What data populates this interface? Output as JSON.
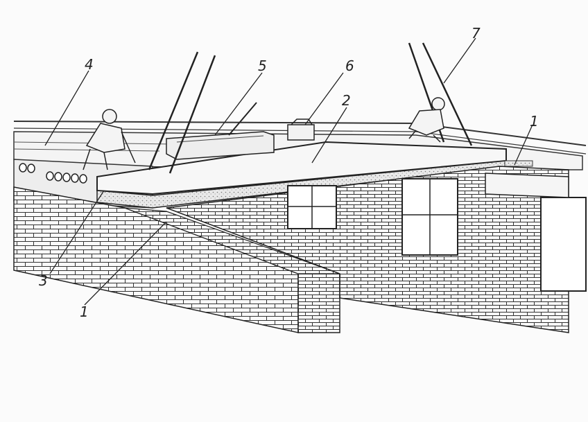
{
  "figure": {
    "callouts": [
      {
        "id": "c1a",
        "text": "1"
      },
      {
        "id": "c1b",
        "text": "1"
      },
      {
        "id": "c2",
        "text": "2"
      },
      {
        "id": "c3",
        "text": "3"
      },
      {
        "id": "c4",
        "text": "4"
      },
      {
        "id": "c5",
        "text": "5"
      },
      {
        "id": "c6",
        "text": "6"
      },
      {
        "id": "c7",
        "text": "7"
      }
    ],
    "colors": {
      "ink": "#2a2a2a",
      "paper": "#fbfbfb",
      "mortar": "#9a9a9a"
    }
  }
}
